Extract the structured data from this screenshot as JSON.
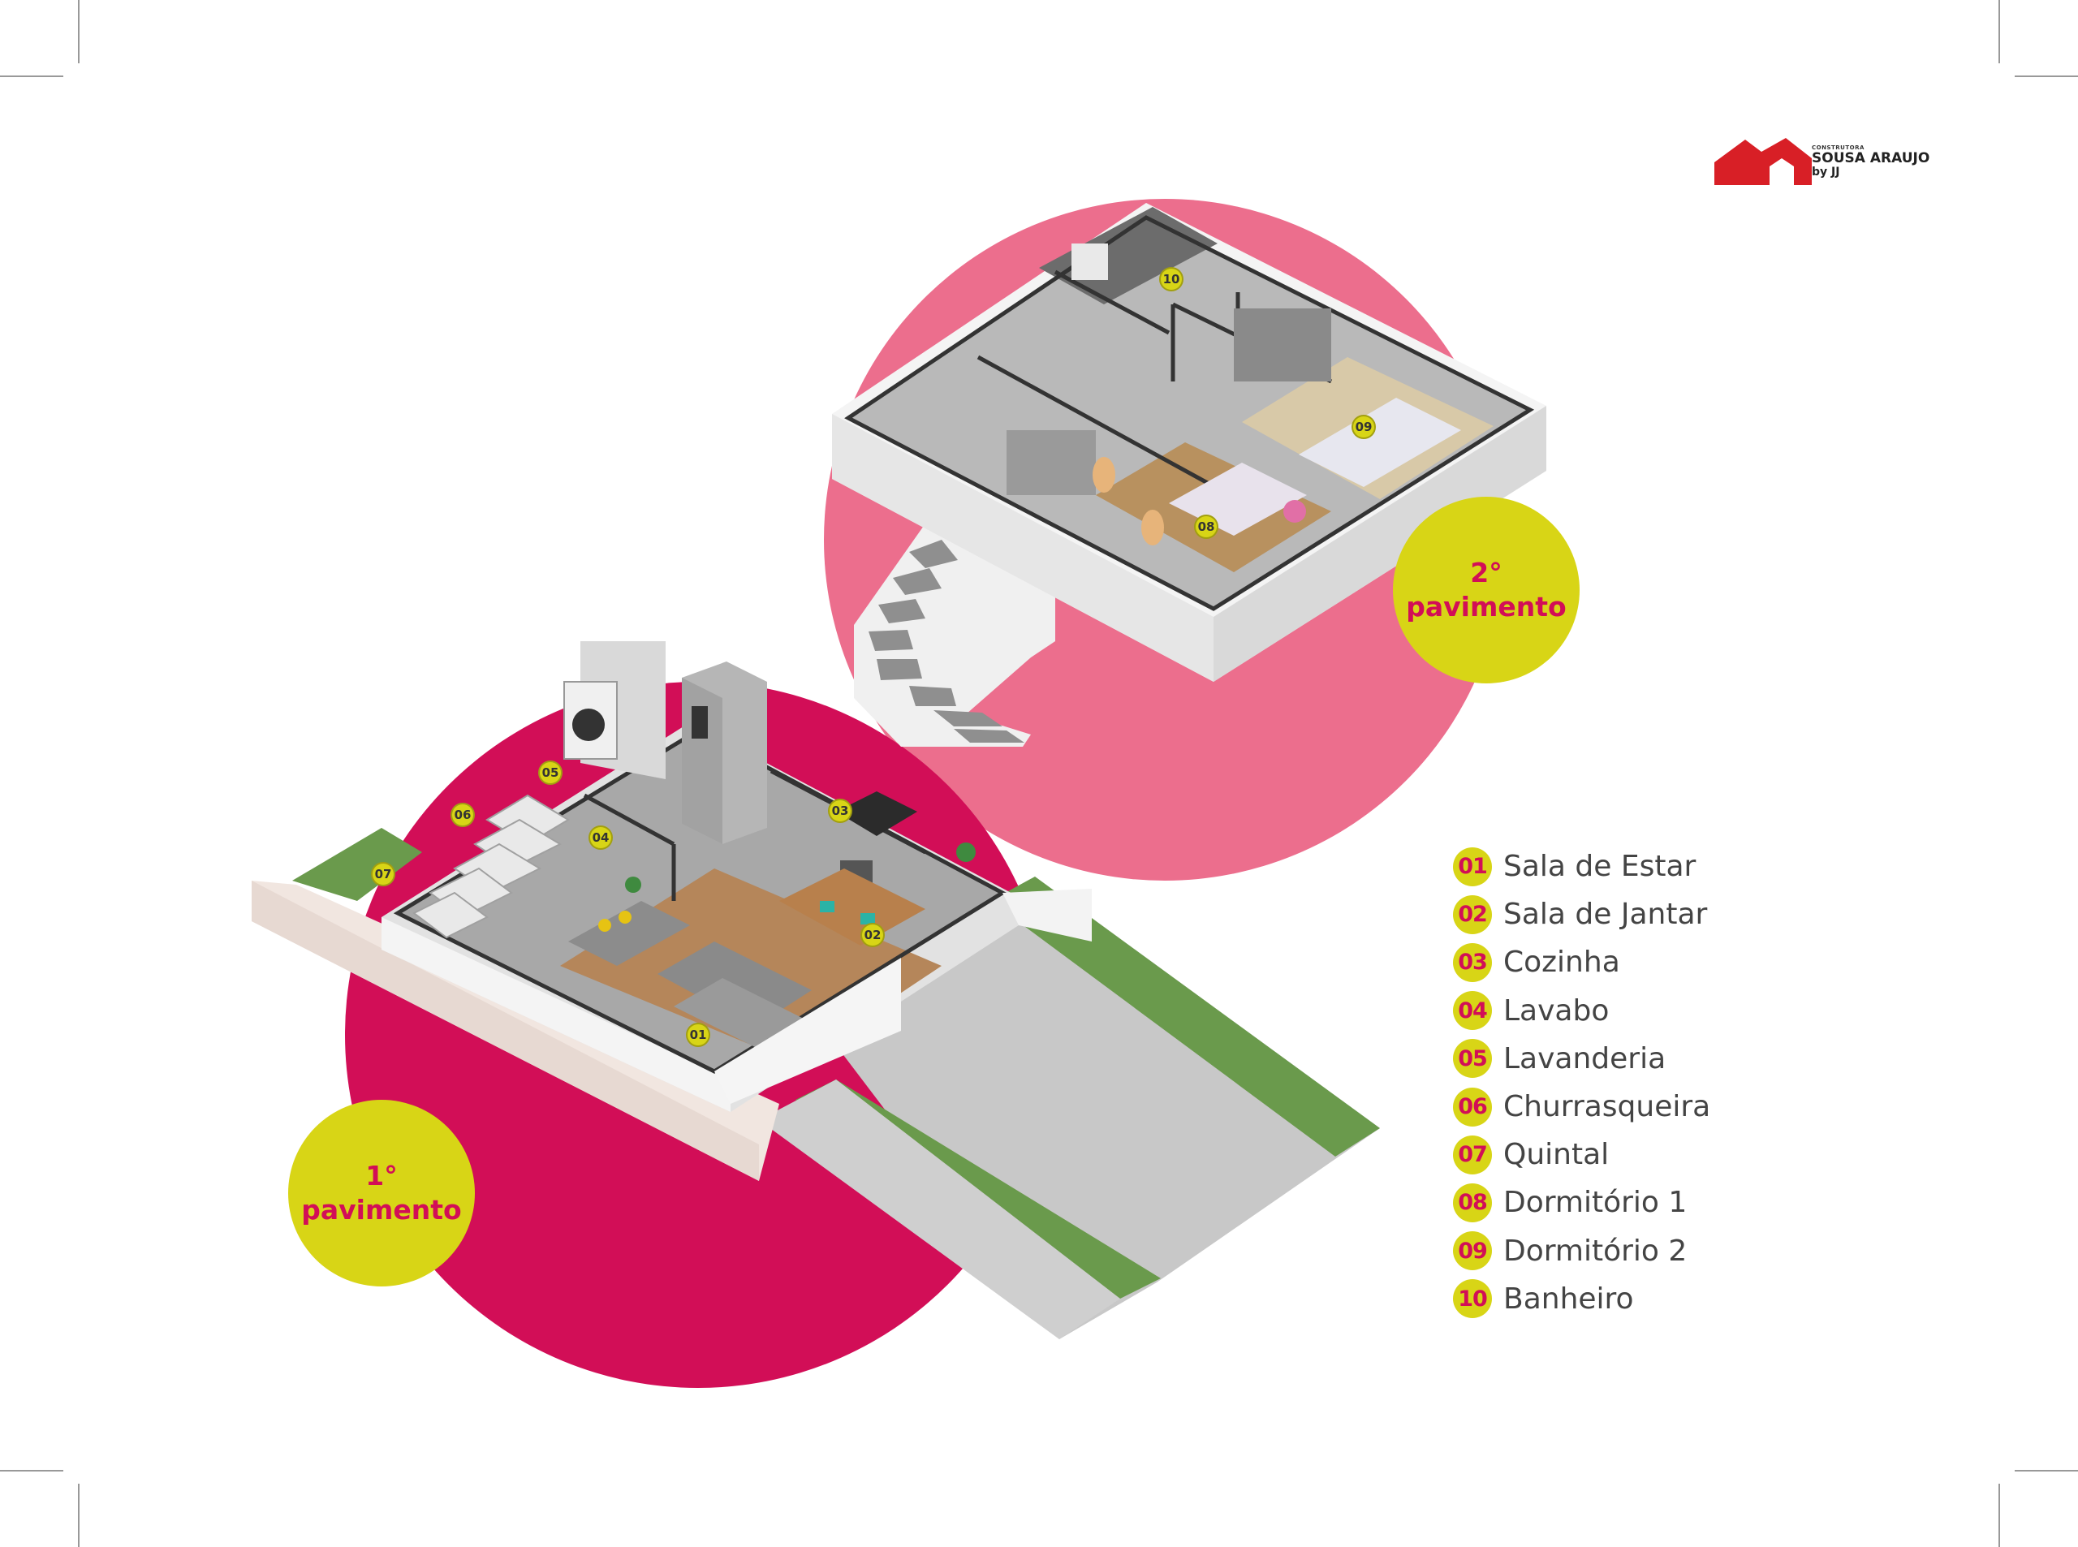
{
  "colors": {
    "magenta": "#d20e57",
    "pink": "#ec6e8d",
    "yellow": "#d8d516",
    "label_red": "#d20e57",
    "text_gray": "#444444",
    "logo_red": "#d81f26"
  },
  "brand": {
    "small": "CONSTRUTORA",
    "main": "SOUSA ARAUJO",
    "sub": "by JJ",
    "icon": "house-roof-logo-icon"
  },
  "floors": [
    {
      "number": "1°",
      "label": "pavimento"
    },
    {
      "number": "2°",
      "label": "pavimento"
    }
  ],
  "legend": [
    {
      "num": "01",
      "label": "Sala de Estar"
    },
    {
      "num": "02",
      "label": "Sala de Jantar"
    },
    {
      "num": "03",
      "label": "Cozinha"
    },
    {
      "num": "04",
      "label": "Lavabo"
    },
    {
      "num": "05",
      "label": "Lavanderia"
    },
    {
      "num": "06",
      "label": "Churrasqueira"
    },
    {
      "num": "07",
      "label": "Quintal"
    },
    {
      "num": "08",
      "label": "Dormitório 1"
    },
    {
      "num": "09",
      "label": "Dormitório 2"
    },
    {
      "num": "10",
      "label": "Banheiro"
    }
  ],
  "pins": [
    "01",
    "02",
    "03",
    "04",
    "05",
    "06",
    "07",
    "08",
    "09",
    "10"
  ]
}
